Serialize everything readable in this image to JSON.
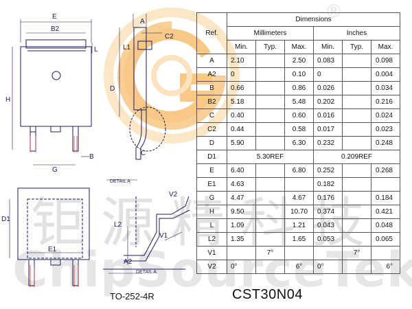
{
  "watermark": {
    "logo_icon": "chipsourcetek-logo-icon",
    "registered_mark": "®",
    "text_cn": "钜源精科技",
    "text_en": "ChipSourceTek",
    "colors": {
      "logo_orange": "#f7c886",
      "logo_light": "#fbe3bf",
      "text": "#e1e1e1"
    }
  },
  "drawing": {
    "labels": {
      "E": "E",
      "B2": "B2",
      "L": "L",
      "H": "H",
      "G": "G",
      "B": "B",
      "A": "A",
      "C2": "C2",
      "L1": "L1",
      "D": "D",
      "C": "C",
      "D1": "D1",
      "E1": "E1",
      "L2": "L2",
      "A2": "A2",
      "V1": "V1",
      "V2": "V2"
    },
    "detail_label_1": "DETAIL A",
    "detail_label_2": "DETAIL A",
    "line_color": "#1a1a60",
    "dim_color": "#d03030",
    "package_name": "TO-252-4R"
  },
  "part_number": "CST30N04",
  "table": {
    "ref_header": "Ref.",
    "dimensions_header": "Dimensions",
    "mm_header": "Millimeters",
    "inch_header": "Inches",
    "sub_headers": [
      "Min.",
      "Typ.",
      "Max.",
      "Min.",
      "Typ.",
      "Max."
    ],
    "rows": [
      {
        "ref": "A",
        "mm_min": "2.10",
        "mm_typ": "",
        "mm_max": "2.50",
        "in_min": "0.083",
        "in_typ": "",
        "in_max": "0.098"
      },
      {
        "ref": "A2",
        "mm_min": "0",
        "mm_typ": "",
        "mm_max": "0.10",
        "in_min": "0",
        "in_typ": "",
        "in_max": "0.004"
      },
      {
        "ref": "B",
        "mm_min": "0.66",
        "mm_typ": "",
        "mm_max": "0.86",
        "in_min": "0.026",
        "in_typ": "",
        "in_max": "0.034"
      },
      {
        "ref": "B2",
        "mm_min": "5.18",
        "mm_typ": "",
        "mm_max": "5.48",
        "in_min": "0.202",
        "in_typ": "",
        "in_max": "0.216"
      },
      {
        "ref": "C",
        "mm_min": "0.40",
        "mm_typ": "",
        "mm_max": "0.60",
        "in_min": "0.016",
        "in_typ": "",
        "in_max": "0.024"
      },
      {
        "ref": "C2",
        "mm_min": "0.44",
        "mm_typ": "",
        "mm_max": "0.58",
        "in_min": "0.017",
        "in_typ": "",
        "in_max": "0.023"
      },
      {
        "ref": "D",
        "mm_min": "5.90",
        "mm_typ": "",
        "mm_max": "6.30",
        "in_min": "0.232",
        "in_typ": "",
        "in_max": "0.248"
      },
      {
        "ref": "D1",
        "mm_ref": "5.30REF",
        "in_ref": "0.209REF"
      },
      {
        "ref": "E",
        "mm_min": "6.40",
        "mm_typ": "",
        "mm_max": "6.80",
        "in_min": "0.252",
        "in_typ": "",
        "in_max": "0.268"
      },
      {
        "ref": "E1",
        "mm_min": "4.63",
        "mm_typ": "",
        "mm_max": "",
        "in_min": "0.182",
        "in_typ": "",
        "in_max": ""
      },
      {
        "ref": "G",
        "mm_min": "4.47",
        "mm_typ": "",
        "mm_max": "4.67",
        "in_min": "0.176",
        "in_typ": "",
        "in_max": "0.184"
      },
      {
        "ref": "H",
        "mm_min": "9.50",
        "mm_typ": "",
        "mm_max": "10.70",
        "in_min": "0.374",
        "in_typ": "",
        "in_max": "0.421"
      },
      {
        "ref": "L",
        "mm_min": "1.09",
        "mm_typ": "",
        "mm_max": "1.21",
        "in_min": "0.043",
        "in_typ": "",
        "in_max": "0.048"
      },
      {
        "ref": "L2",
        "mm_min": "1.35",
        "mm_typ": "",
        "mm_max": "1.65",
        "in_min": "0.053",
        "in_typ": "",
        "in_max": "0.065"
      },
      {
        "ref": "V1",
        "mm_min": "",
        "mm_typ": "7°",
        "mm_max": "",
        "in_min": "",
        "in_typ": "7°",
        "in_max": ""
      },
      {
        "ref": "V2",
        "mm_min": "0°",
        "mm_typ": "",
        "mm_max": "6°",
        "in_min": "0°",
        "in_typ": "",
        "in_max": "6°"
      }
    ]
  }
}
